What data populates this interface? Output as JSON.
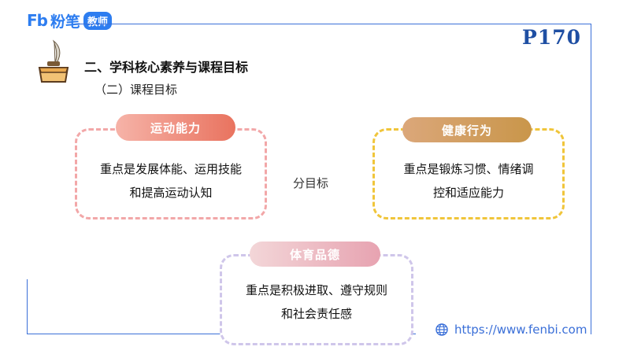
{
  "brand": {
    "fb": "Fb",
    "name": "粉笔",
    "badge": "教师"
  },
  "page_number": "P170",
  "section_title": "二、学科核心素养与课程目标",
  "subsection_title": "（二）课程目标",
  "center_label": "分目标",
  "goals": [
    {
      "label": "运动能力",
      "lines": [
        "重点是发展体能、运用技能",
        "和提高运动认知"
      ]
    },
    {
      "label": "健康行为",
      "lines": [
        "重点是锻炼习惯、情绪调",
        "控和适应能力"
      ]
    },
    {
      "label": "体育品德",
      "lines": [
        "重点是积极进取、遵守规则",
        "和社会责任感"
      ]
    }
  ],
  "footer_url": "https://www.fenbi.com",
  "colors": {
    "accent": "#3a6fd8",
    "brand": "#2d7df0"
  },
  "icons": {
    "ink": "inkwell-quill-icon",
    "globe": "globe-icon"
  }
}
